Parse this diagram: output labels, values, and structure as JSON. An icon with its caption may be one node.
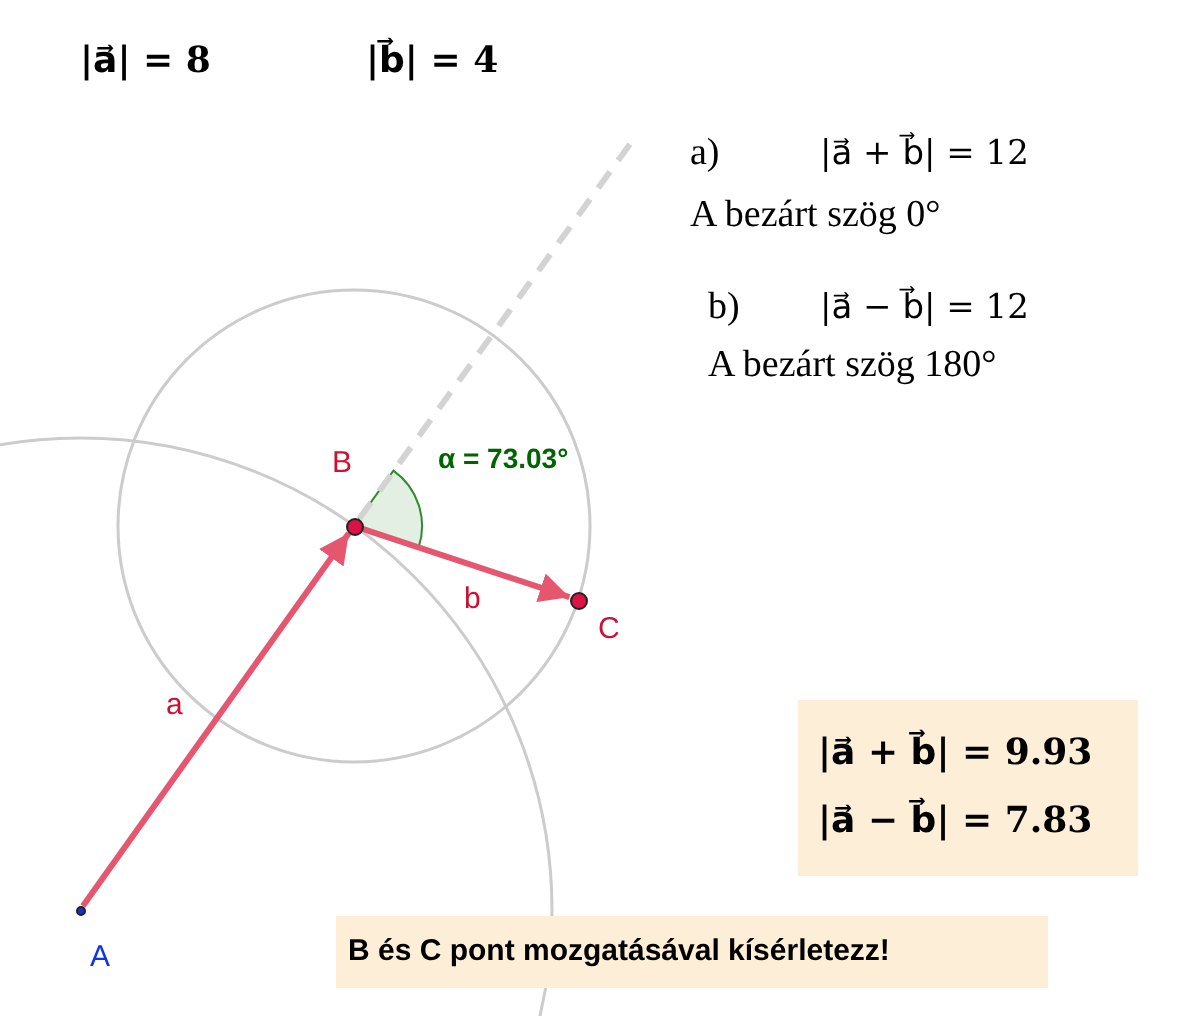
{
  "diagram": {
    "nodes": [
      {
        "text": [
          "B"
        ]
      },
      {
        "text": [
          "C"
        ]
      },
      {
        "text": [
          "|a⃗ + b⃗| = 9.93",
          "|a⃗ − b⃗| = 7.83"
        ]
      },
      {
        "text": [
          "A"
        ]
      },
      {
        "text": [
          "B és C pont mozgatásával kísérletezz!"
        ]
      }
    ],
    "edges": [
      {
        "from": 3,
        "to": 0,
        "arrow": "to",
        "label": "a"
      },
      {
        "from": 0,
        "to": 1,
        "arrow": "to",
        "label": "b"
      },
      {
        "from": 0,
        "to": null,
        "arrow": "none",
        "style": "dashed",
        "color": "#d3d3d3"
      }
    ],
    "labels": [
      "|a⃗| = 8",
      "|b⃗| = 4",
      "a)",
      "|a⃗ + b⃗| = 12",
      "A bezárt szög 0°",
      "b)",
      "|a⃗ − b⃗| = 12",
      "A bezárt szög 180°",
      "α = 73.03°"
    ]
  }
}
